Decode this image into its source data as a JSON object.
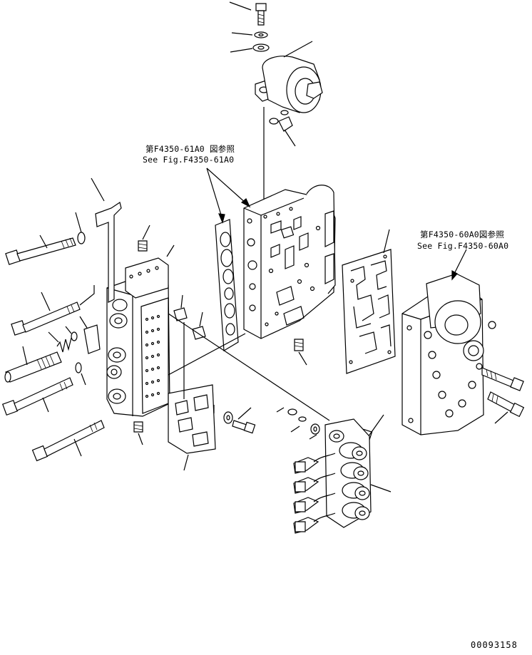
{
  "callouts": {
    "ref_61a0_jp": "第F4350-61A0 図参照",
    "ref_61a0_en": "See Fig.F4350-61A0",
    "ref_60a0_jp": "第F4350-60A0図参照",
    "ref_60a0_en": "See Fig.F4350-60A0"
  },
  "drawing_number": "00093158"
}
